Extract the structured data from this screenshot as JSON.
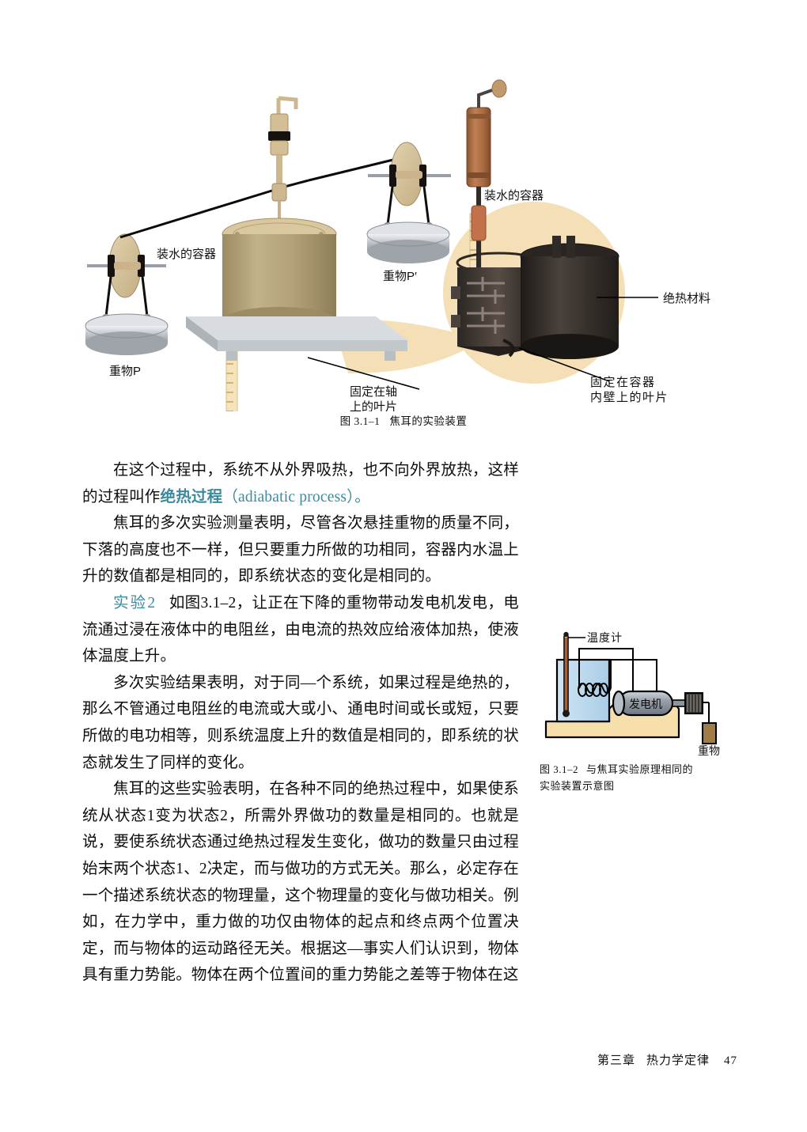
{
  "page": {
    "number": "47",
    "chapter": "第三章",
    "chapter_title": "热力学定律"
  },
  "figure1": {
    "caption_number": "图 3.1–1",
    "caption_text": "焦耳的实验装置",
    "labels": {
      "weight_p": "重物P",
      "weight_p_prime": "重物P′",
      "water_container_left": "装水的容器",
      "water_container_right": "装水的容器",
      "blades_on_shaft": "固定在轴\n上的叶片",
      "blades_on_shaft_line1": "固定在轴",
      "blades_on_shaft_line2": "上的叶片",
      "insulating_material": "绝热材料",
      "blades_on_wall_line1": "固定在容器",
      "blades_on_wall_line2": "内壁上的叶片"
    },
    "colors": {
      "disc": "#d9c49b",
      "drum": "#b2a078",
      "base_metal": "#c9ccd0",
      "highlight_circle": "#f2dbae",
      "ruler": "#f3e2bb",
      "dark_metal": "#3a3330",
      "copper": "#b5764c"
    }
  },
  "figure2": {
    "caption_number": "图 3.1–2",
    "caption_line1": "与焦耳实验原理相同的",
    "caption_line2": "实验装置示意图",
    "labels": {
      "thermometer": "温度计",
      "generator": "发电机",
      "weight": "重物"
    },
    "colors": {
      "liquid": "#bfdcf0",
      "bench": "#f5dca8",
      "generator_body": "#9aa3ad",
      "weight_block": "#a8824f",
      "outline": "#000000"
    }
  },
  "body": {
    "p1": "在这个过程中，系统不从外界吸热，也不向外界放热，这样的过程叫作",
    "p1_accent": "绝热过程",
    "p1_english": "（adiabatic process）。",
    "p2": "焦耳的多次实验测量表明，尽管各次悬挂重物的质量不同，下落的高度也不一样，但只要重力所做的功相同，容器内水温上升的数值都是相同的，即系统状态的变化是相同的。",
    "p3_tag": "实验2",
    "p3": "如图3.1–2，让正在下降的重物带动发电机发电，电流通过浸在液体中的电阻丝，由电流的热效应给液体加热，使液体温度上升。",
    "p4": "多次实验结果表明，对于同—个系统，如果过程是绝热的，那么不管通过电阻丝的电流或大或小、通电时间或长或短，只要所做的电功相等，则系统温度上升的数值是相同的，即系统的状态就发生了同样的变化。",
    "p5": "焦耳的这些实验表明，在各种不同的绝热过程中，如果使系统从状态1变为状态2，所需外界做功的数量是相同的。也就是说，要使系统状态通过绝热过程发生变化，做功的数量只由过程始末两个状态1、2决定，而与做功的方式无关。那么，必定存在一个描述系统状态的物理量，这个物理量的变化与做功相关。例如，在力学中，重力做的功仅由物体的起点和终点两个位置决定，而与物体的运动路径无关。根据这—事实人们认识到，物体具有重力势能。物体在两个位置间的重力势能之差等于物体在这"
  },
  "theme": {
    "accent_color": "#3c8a9d",
    "text_color": "#0d0d0d",
    "page_background": "#ffffff"
  }
}
